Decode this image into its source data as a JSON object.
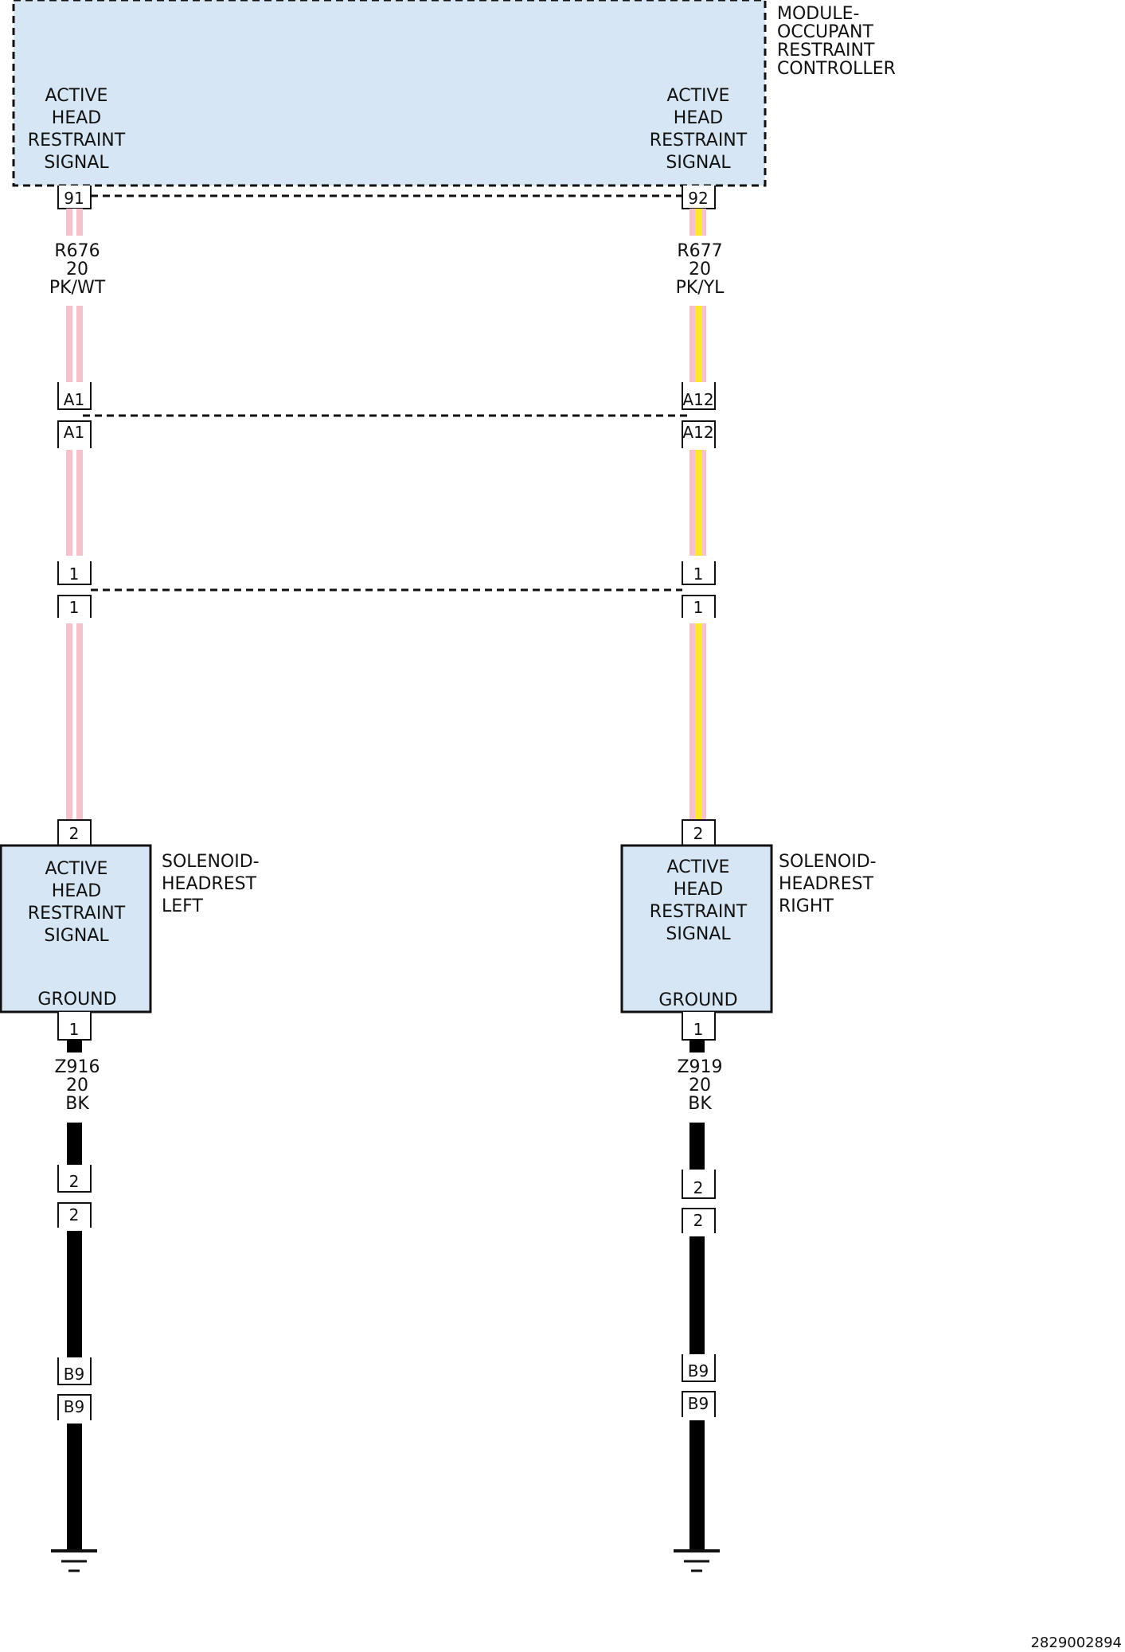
{
  "colors": {
    "module_fill": "#d6e6f4",
    "pink": "#f6c1ca",
    "yellow": "#ffe632",
    "white": "#ffffff",
    "black": "#000000",
    "outline": "#111111"
  },
  "module": {
    "label": [
      "MODULE-",
      "OCCUPANT",
      "RESTRAINT",
      "CONTROLLER"
    ],
    "left_text": [
      "ACTIVE",
      "HEAD",
      "RESTRAINT",
      "SIGNAL"
    ],
    "right_text": [
      "ACTIVE",
      "HEAD",
      "RESTRAINT",
      "SIGNAL"
    ]
  },
  "left": {
    "module_pin": "91",
    "wire_signal": [
      "R676",
      "20",
      "PK/WT"
    ],
    "conn1_top": "A1",
    "conn1_bottom": "A1",
    "conn2_top": "1",
    "conn2_bottom": "1",
    "solenoid_pin_top": "2",
    "solenoid_text": [
      "ACTIVE",
      "HEAD",
      "RESTRAINT",
      "SIGNAL"
    ],
    "solenoid_ground": "GROUND",
    "solenoid_label": [
      "SOLENOID-",
      "HEADREST",
      "LEFT"
    ],
    "solenoid_pin_bottom": "1",
    "wire_ground": [
      "Z916",
      "20",
      "BK"
    ],
    "conn3_top": "2",
    "conn3_bottom": "2",
    "conn4_top": "B9",
    "conn4_bottom": "B9"
  },
  "right": {
    "module_pin": "92",
    "wire_signal": [
      "R677",
      "20",
      "PK/YL"
    ],
    "conn1_top": "A12",
    "conn1_bottom": "A12",
    "conn2_top": "1",
    "conn2_bottom": "1",
    "solenoid_pin_top": "2",
    "solenoid_text": [
      "ACTIVE",
      "HEAD",
      "RESTRAINT",
      "SIGNAL"
    ],
    "solenoid_ground": "GROUND",
    "solenoid_label": [
      "SOLENOID-",
      "HEADREST",
      "RIGHT"
    ],
    "solenoid_pin_bottom": "1",
    "wire_ground": [
      "Z919",
      "20",
      "BK"
    ],
    "conn3_top": "2",
    "conn3_bottom": "2",
    "conn4_top": "B9",
    "conn4_bottom": "B9"
  },
  "footer_id": "2829002894"
}
